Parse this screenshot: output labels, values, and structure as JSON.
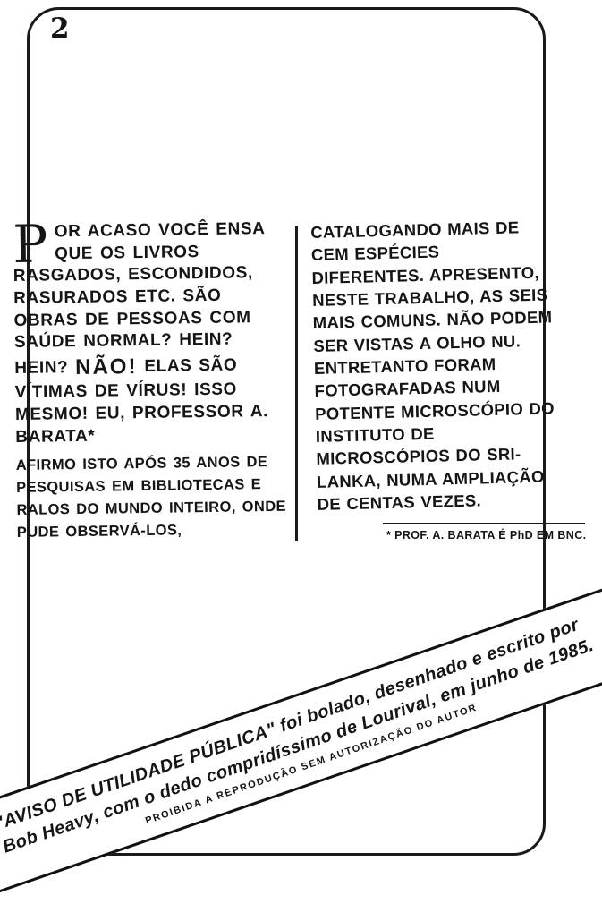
{
  "page": {
    "number": "2"
  },
  "article": {
    "left_column": {
      "drop_cap": "P",
      "intro": "OR ACASO VOCÊ ENSA QUE OS LIVROS RASGADOS, ESCONDIDOS, RASURADOS ETC. SÃO OBRAS DE PESSOAS COM SAÚDE NORMAL? HEIN? HEIN?",
      "shout": "NÃO!",
      "body": "ELAS SÃO VÍTIMAS DE VÍRUS! ISSO MESMO! EU, PROFESSOR A. BARATA*",
      "aside": "AFIRMO ISTO APÓS 35 ANOS DE PESQUISAS EM BIBLIOTECAS E RALOS DO MUNDO INTEIRO, ONDE PUDE OBSERVÁ-LOS,"
    },
    "right_column": {
      "text": "CATALOGANDO MAIS DE CEM ESPÉCIES DIFERENTES. APRESENTO, NESTE TRABALHO, AS SEIS MAIS COMUNS. NÃO PODEM SER VISTAS A OLHO NU. ENTRETANTO FORAM FOTOGRAFADAS NUM POTENTE MICROSCÓPIO DO INSTITUTO DE MICROSCÓPIOS DO SRI-LANKA, NUMA AMPLIAÇÃO DE CENTAS VEZES."
    },
    "footnote": "* PROF. A. BARATA É PhD EM BNC."
  },
  "credits": {
    "line1": "\"AVISO DE UTILIDADE PÚBLICA\" foi bolado, desenhado e escrito por",
    "line2": "Bob Heavy, com o dedo compridíssimo de Lourival, em junho de 1985.",
    "notice": "PROIBIDA A REPRODUÇÃO SEM AUTORIZAÇÃO DO AUTOR"
  },
  "colors": {
    "ink": "#151515",
    "paper": "#ffffff"
  }
}
